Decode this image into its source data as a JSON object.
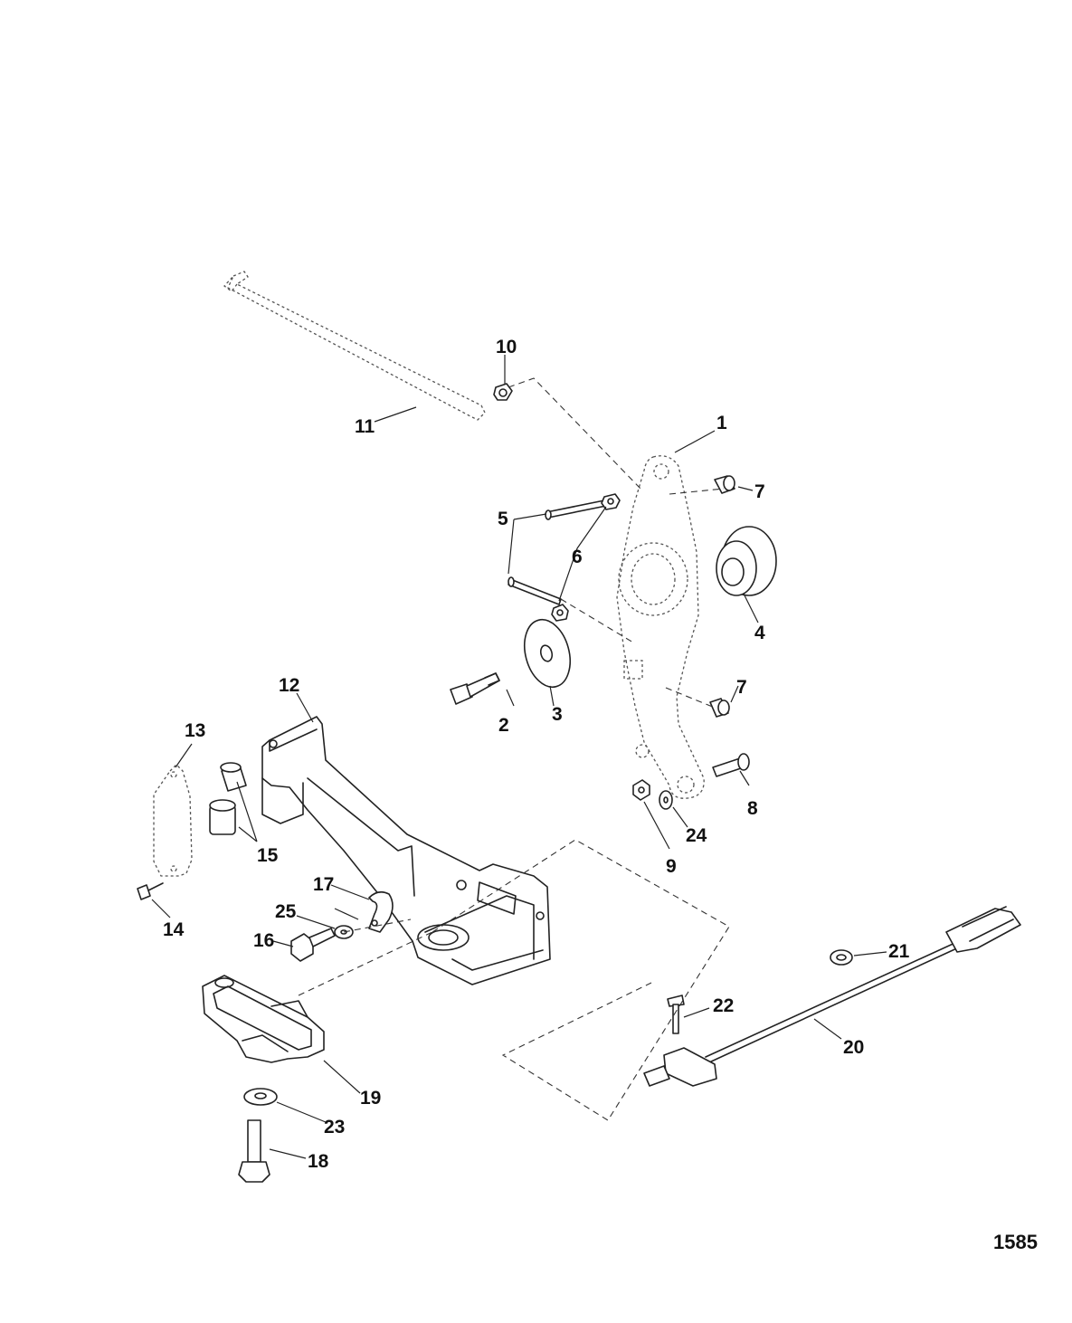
{
  "callouts": [
    "1",
    "2",
    "3",
    "4",
    "5",
    "6",
    "7",
    "7",
    "8",
    "9",
    "10",
    "11",
    "12",
    "13",
    "14",
    "15",
    "16",
    "17",
    "18",
    "19",
    "20",
    "21",
    "22",
    "23",
    "24",
    "25"
  ],
  "figure_number": "1585"
}
